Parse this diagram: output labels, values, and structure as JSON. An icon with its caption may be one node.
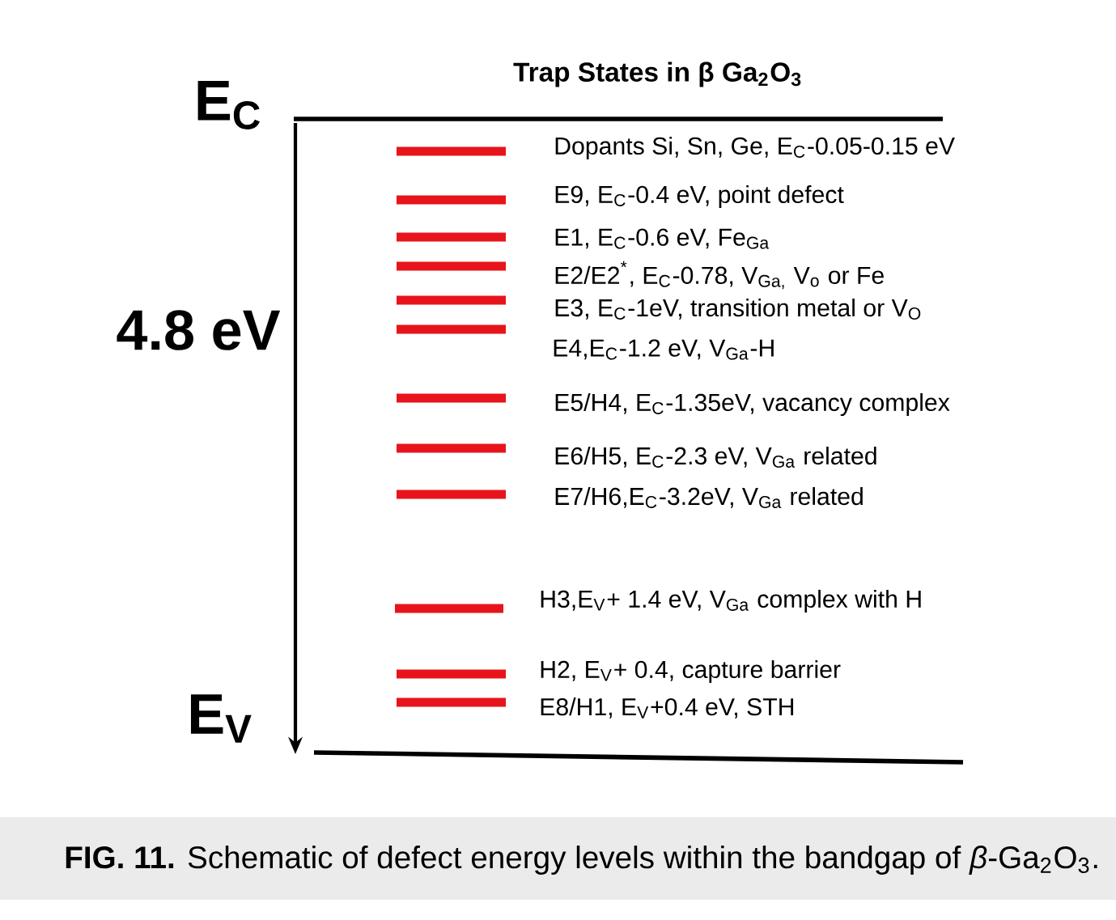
{
  "diagram": {
    "title": "Trap States in β Ga$_{2}$O$_{3}$",
    "caption": "**FIG. 11.** Schematic of defect energy levels within the bandgap of *β*-Ga$_{2}$O$_{3}$.",
    "nodes": [
      {
        "text": [],
        "shape": "bar",
        "beside": [
          "Dopants Si, Sn, Ge, E$_{C}$-0.05-0.15 eV"
        ]
      },
      {
        "text": [],
        "shape": "bar",
        "beside": [
          "E9, E$_{C}$-0.4 eV, point defect"
        ]
      },
      {
        "text": [],
        "shape": "bar",
        "beside": [
          "E1, E$_{C}$-0.6 eV, Fe$_{Ga}$"
        ]
      },
      {
        "text": [],
        "shape": "bar",
        "beside": [
          "E2/E2$^{*}$, E$_{C}$-0.78, V$_{Ga,}$ V$_{o}$ or Fe"
        ]
      },
      {
        "text": [],
        "shape": "bar",
        "beside": [
          "E3, E$_{C}$-1eV, transition metal or V$_{O}$"
        ]
      },
      {
        "text": [],
        "shape": "bar",
        "beside": [
          "E4,E$_{C}$-1.2 eV, V$_{Ga}$-H"
        ]
      },
      {
        "text": [],
        "shape": "bar",
        "beside": [
          "E5/H4, E$_{C}$-1.35eV, vacancy complex"
        ]
      },
      {
        "text": [],
        "shape": "bar",
        "beside": [
          "E6/H5, E$_{C}$-2.3 eV, V$_{Ga}$ related"
        ]
      },
      {
        "text": [],
        "shape": "bar",
        "beside": [
          "E7/H6,E$_{C}$-3.2eV, V$_{Ga}$ related"
        ]
      },
      {
        "text": [],
        "shape": "bar",
        "beside": [
          "H3,E$_{V}$+ 1.4 eV, V$_{Ga}$ complex with H"
        ]
      },
      {
        "text": [],
        "shape": "bar",
        "beside": [
          "H2, E$_{V}$+ 0.4, capture barrier"
        ]
      },
      {
        "text": [],
        "shape": "bar",
        "beside": [
          "E8/H1, E$_{V}$+0.4 eV, STH"
        ]
      }
    ],
    "labels": [
      "E$_{C}$",
      "4.8 eV",
      "E$_{V}$"
    ]
  }
}
